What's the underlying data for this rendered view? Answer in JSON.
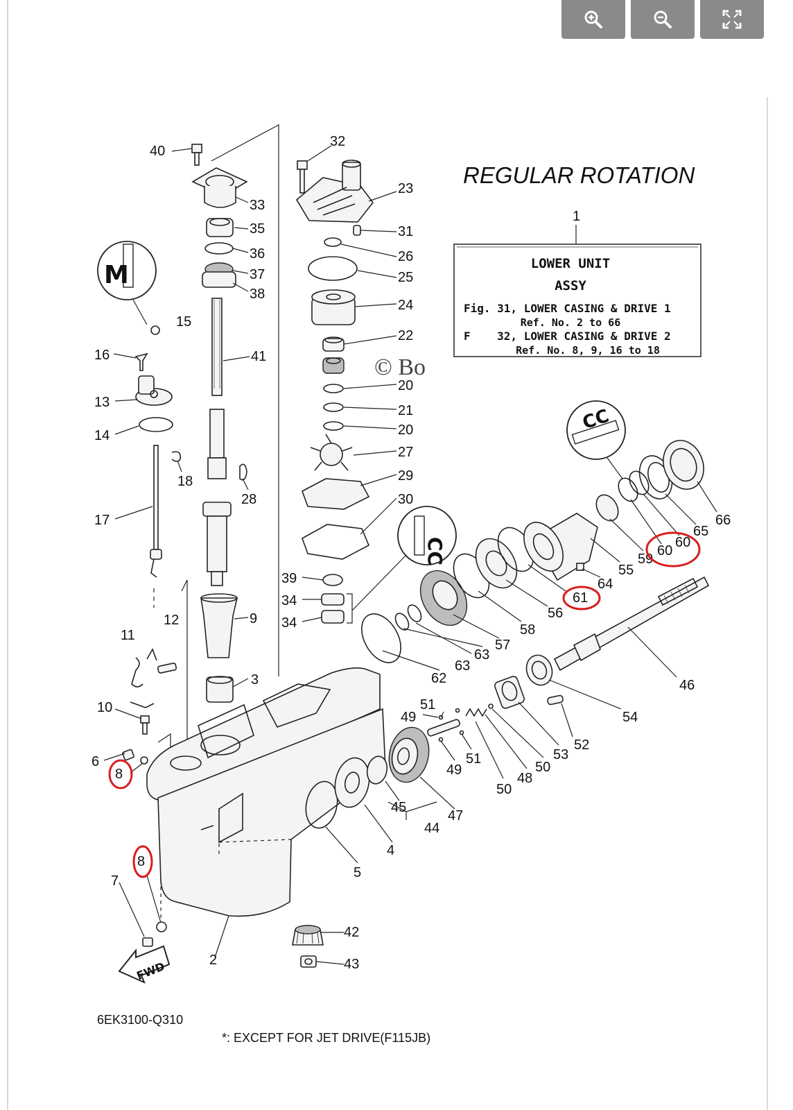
{
  "toolbar": {
    "zoom_in_icon": "zoom-in-icon",
    "zoom_out_icon": "zoom-out-icon",
    "fullscreen_icon": "fullscreen-icon"
  },
  "diagram": {
    "title": "REGULAR ROTATION",
    "info_box": {
      "ref": "1",
      "line1": "LOWER UNIT",
      "line2": "ASSY",
      "line3": "Fig. 31, LOWER CASING & DRIVE 1",
      "line4": "Ref. No. 2 to 66",
      "line5": "F    32, LOWER CASING & DRIVE 2",
      "line6": "Ref. No. 8, 9, 16 to 18"
    },
    "fwd_label": "FWD",
    "diagram_code": "6EK3100-Q310",
    "footnote": "*: EXCEPT FOR JET DRIVE(F115JB)",
    "watermark": "© Bo",
    "part_numbers": {
      "p40": "40",
      "p32": "32",
      "p23": "23",
      "p33": "33",
      "p35": "35",
      "p31": "31",
      "p36": "36",
      "p26": "26",
      "p37": "37",
      "p25": "25",
      "p38": "38",
      "p24": "24",
      "p15": "15",
      "p22": "22",
      "p16": "16",
      "p41": "41",
      "p20a": "20",
      "p13": "13",
      "p21": "21",
      "p20b": "20",
      "p14": "14",
      "p27": "27",
      "p29": "29",
      "p18": "18",
      "p28": "28",
      "p30": "30",
      "p17": "17",
      "p39": "39",
      "p34a": "34",
      "p9": "9",
      "p34b": "34",
      "p12": "12",
      "p11": "11",
      "p3": "3",
      "p10": "10",
      "p6": "6",
      "p8a": "8",
      "p8b": "8",
      "p7": "7",
      "p2": "2",
      "p42": "42",
      "p43": "43",
      "p5": "5",
      "p4": "4",
      "p45": "45",
      "p44": "44",
      "p47": "47",
      "p49a": "49",
      "p51a": "51",
      "p49b": "49",
      "p51b": "51",
      "p50a": "50",
      "p48": "48",
      "p50b": "50",
      "p53": "53",
      "p52": "52",
      "p54": "54",
      "p46": "46",
      "p62": "62",
      "p63a": "63",
      "p63b": "63",
      "p57": "57",
      "p58": "58",
      "p56": "56",
      "p61": "61",
      "p64": "64",
      "p55": "55",
      "p59": "59",
      "p60a": "60",
      "p60b": "60",
      "p65": "65",
      "p66": "66"
    },
    "highlighted_parts": [
      "8",
      "8",
      "61",
      "60"
    ],
    "callouts": {
      "top_left": "M",
      "top_center": "CC",
      "right": "CC"
    }
  }
}
